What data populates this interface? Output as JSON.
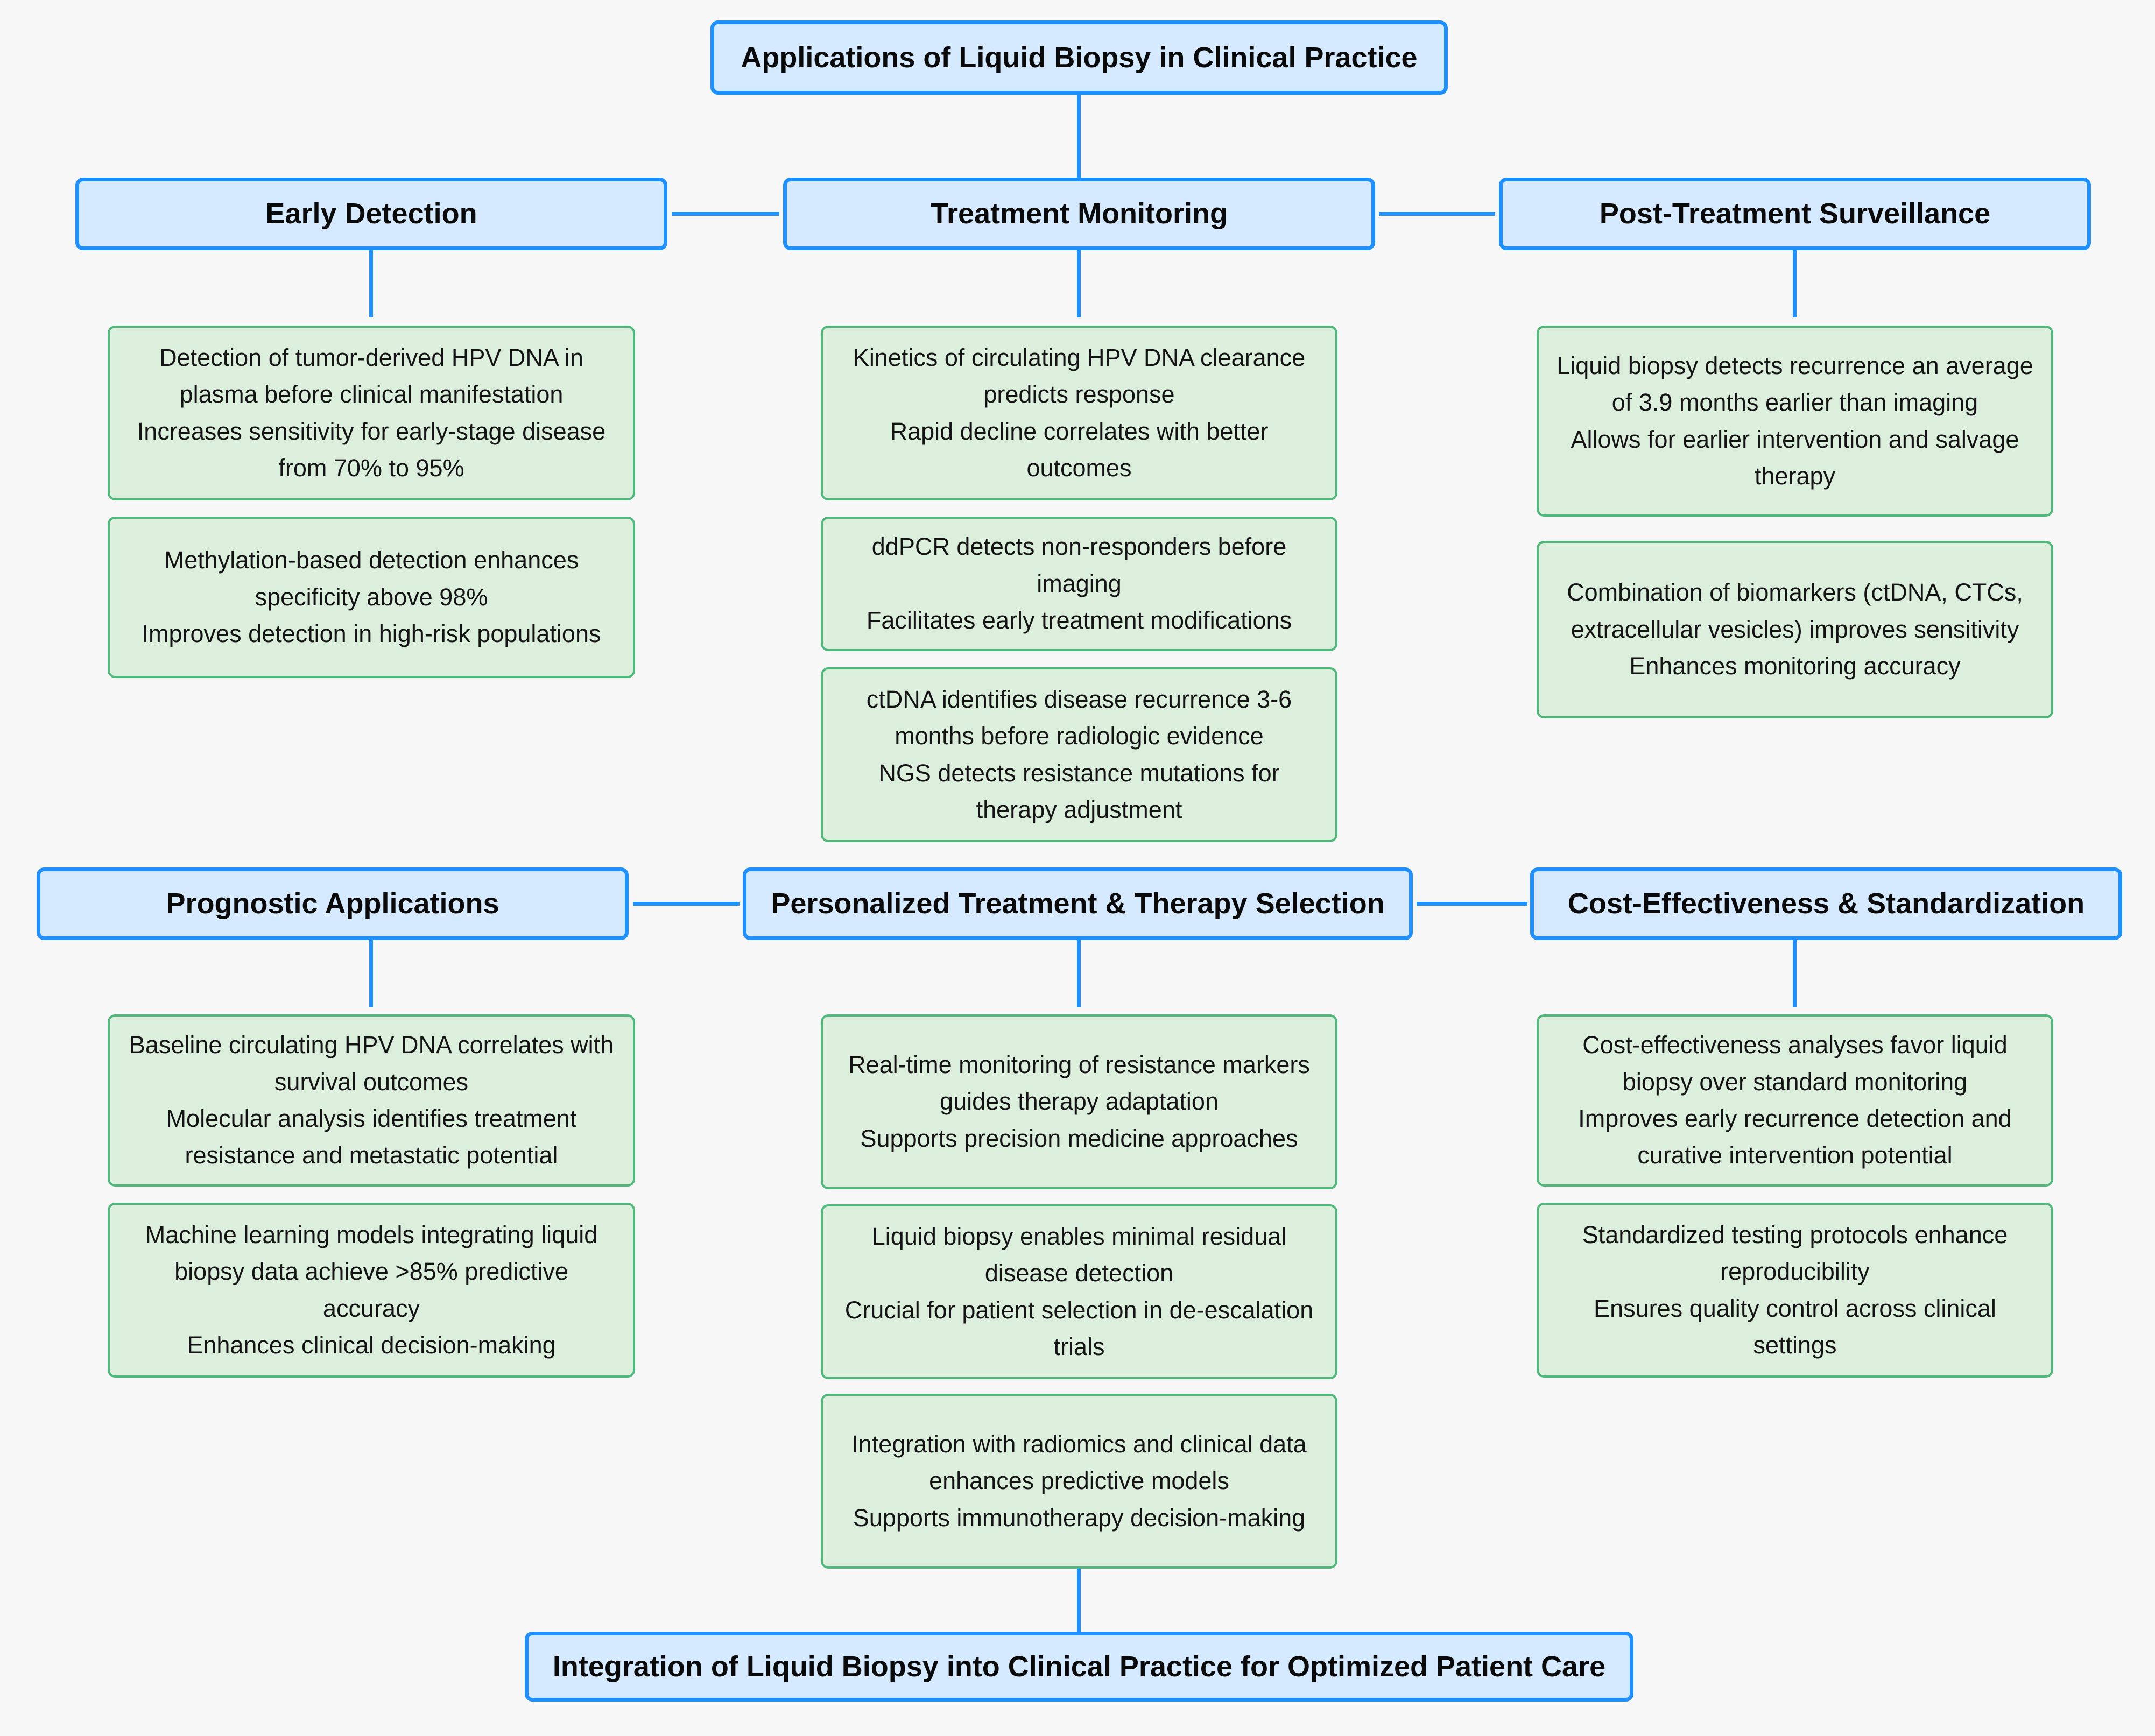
{
  "diagram": {
    "title": "Applications of Liquid Biopsy in Clinical Practice",
    "footer": "Integration of Liquid Biopsy into Clinical Practice for Optimized Patient Care",
    "colors": {
      "header_fill": "#d6eaff",
      "header_border": "#1e90ff",
      "leaf_fill": "#dcefdd",
      "leaf_border": "#4eb97a",
      "connector": "#1e90ff",
      "background": "#f7f7f7"
    },
    "branches": [
      {
        "id": "early-detection",
        "label": "Early Detection",
        "leaves": [
          "Detection of tumor-derived HPV DNA in plasma before clinical manifestation\nIncreases sensitivity for early-stage disease from 70% to 95%",
          "Methylation-based detection enhances specificity above 98%\nImproves detection in high-risk populations"
        ]
      },
      {
        "id": "treatment-monitoring",
        "label": "Treatment Monitoring",
        "leaves": [
          "Kinetics of circulating HPV DNA clearance predicts response\nRapid decline correlates with better outcomes",
          "ddPCR detects non-responders before imaging\nFacilitates early treatment modifications",
          "ctDNA identifies disease recurrence 3-6 months before radiologic evidence\nNGS detects resistance mutations for therapy adjustment"
        ]
      },
      {
        "id": "post-treatment-surveillance",
        "label": "Post-Treatment Surveillance",
        "leaves": [
          "Liquid biopsy detects recurrence an average of 3.9 months earlier than imaging\nAllows for earlier intervention and salvage therapy",
          "Combination of biomarkers (ctDNA, CTCs, extracellular vesicles) improves sensitivity\nEnhances monitoring accuracy"
        ]
      },
      {
        "id": "prognostic-applications",
        "label": "Prognostic Applications",
        "leaves": [
          "Baseline circulating HPV DNA correlates with survival outcomes\nMolecular analysis identifies treatment resistance and metastatic potential",
          "Machine learning models integrating liquid biopsy data achieve >85% predictive accuracy\nEnhances clinical decision-making"
        ]
      },
      {
        "id": "personalized-treatment",
        "label": "Personalized Treatment & Therapy Selection",
        "leaves": [
          "Real-time monitoring of resistance markers guides therapy adaptation\nSupports precision medicine approaches",
          "Liquid biopsy enables minimal residual disease detection\nCrucial for patient selection in de-escalation trials",
          "Integration with radiomics and clinical data enhances predictive models\nSupports immunotherapy decision-making"
        ]
      },
      {
        "id": "cost-effectiveness",
        "label": "Cost-Effectiveness & Standardization",
        "leaves": [
          "Cost-effectiveness analyses favor liquid biopsy over standard monitoring\nImproves early recurrence detection and curative intervention potential",
          "Standardized testing protocols enhance reproducibility\nEnsures quality control across clinical settings"
        ]
      }
    ]
  }
}
